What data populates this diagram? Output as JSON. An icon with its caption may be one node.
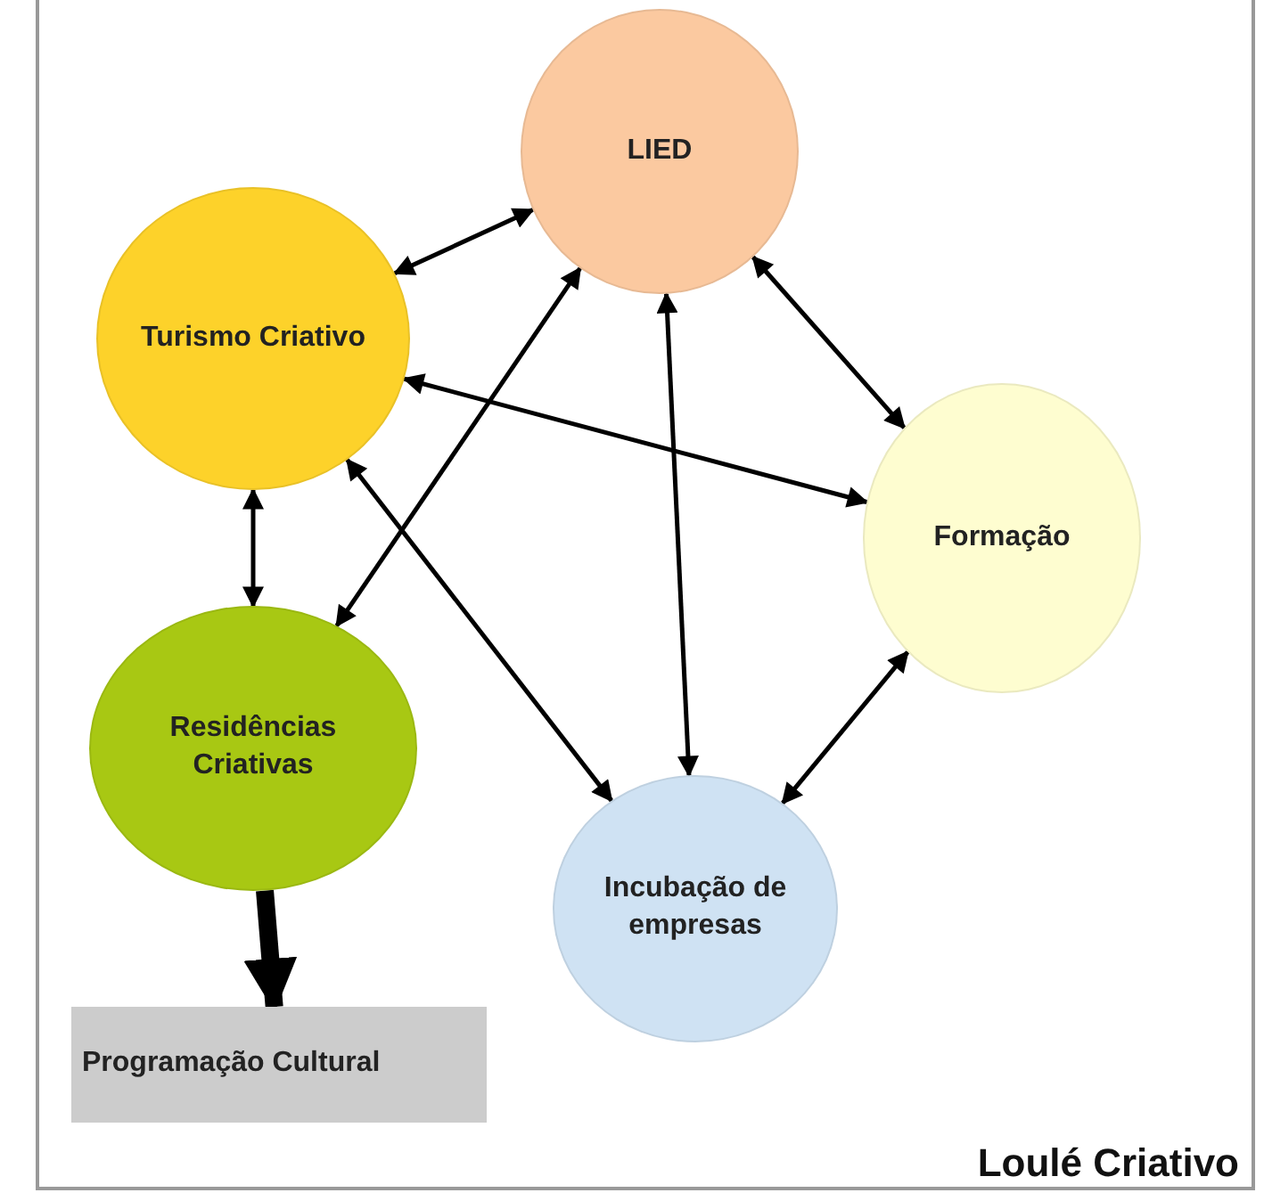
{
  "diagram": {
    "nodes": [
      {
        "text": [
          "LIED"
        ]
      },
      {
        "text": [
          "Turismo Criativo"
        ]
      },
      {
        "text": [
          "Formação"
        ]
      },
      {
        "text": [
          "Residências Criativas"
        ]
      },
      {
        "text": [
          "Incubação de empresas"
        ]
      },
      {
        "text": [
          "Programação Cultural"
        ]
      }
    ],
    "edges": [
      {
        "from": 0,
        "to": 1,
        "arrow": "both"
      },
      {
        "from": 0,
        "to": 2,
        "arrow": "both"
      },
      {
        "from": 0,
        "to": 3,
        "arrow": "both"
      },
      {
        "from": 0,
        "to": 4,
        "arrow": "both"
      },
      {
        "from": 1,
        "to": 2,
        "arrow": "both"
      },
      {
        "from": 1,
        "to": 3,
        "arrow": "both"
      },
      {
        "from": 1,
        "to": 4,
        "arrow": "both"
      },
      {
        "from": 2,
        "to": 4,
        "arrow": "both"
      },
      {
        "from": 3,
        "to": 5,
        "arrow": "to",
        "style": "thick"
      }
    ],
    "labels": [
      "Loulé Criativo"
    ]
  }
}
